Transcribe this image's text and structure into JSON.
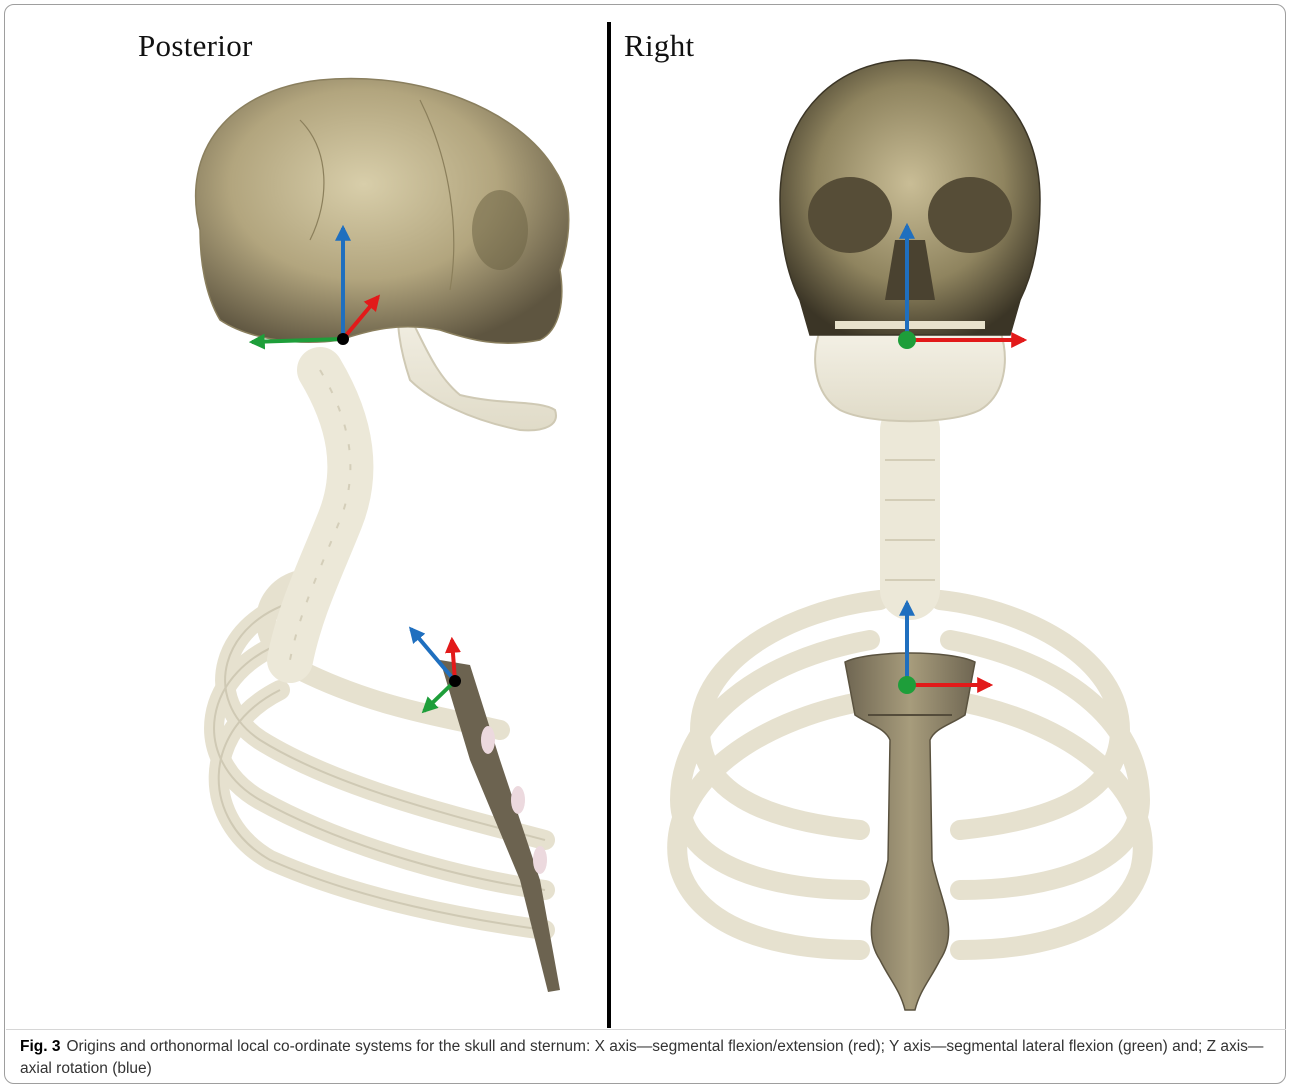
{
  "figure": {
    "panels": [
      {
        "label": "Posterior"
      },
      {
        "label": "Right"
      }
    ],
    "axis_colors": {
      "x_axis": "#e21a1a",
      "y_axis": "#1e9e3a",
      "z_axis": "#1f6fbf"
    },
    "icons": [
      "skull-lateral-illustration",
      "skull-frontal-illustration",
      "ribcage-illustration",
      "sternum-illustration"
    ]
  },
  "caption": {
    "fig_number": "Fig. 3",
    "text": "Origins and orthonormal local co-ordinate systems for the skull and sternum: X axis—segmental flexion/extension (red); Y axis—segmental lateral flexion (green) and; Z axis—axial rotation (blue)"
  }
}
